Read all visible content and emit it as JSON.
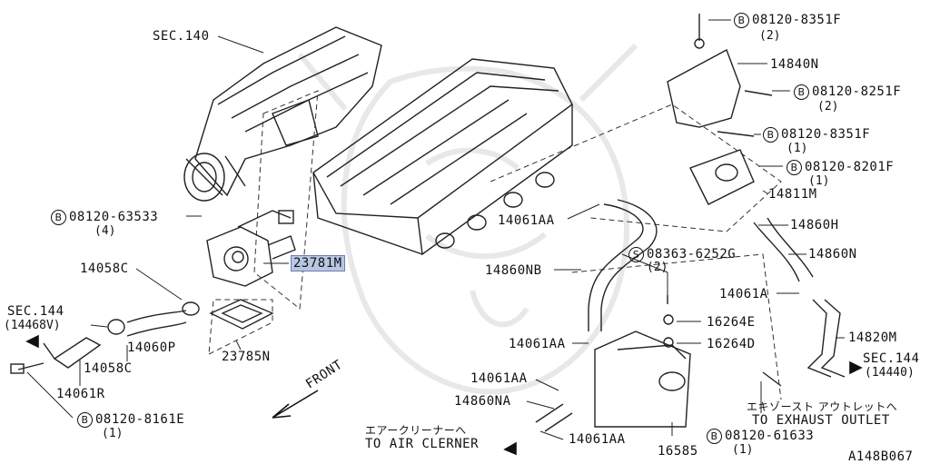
{
  "diagram_id": "A148B067",
  "highlight_color": "#b9c6e3",
  "labels": {
    "sec140": "SEC.140",
    "b_63533": "08120-63533",
    "b_63533_qty": "(4)",
    "p14058c_top": "14058C",
    "sec144_left": "SEC.144",
    "sec144_left_sub": "(14468V)",
    "p14060p": "14060P",
    "p14058c_bottom": "14058C",
    "p14061r": "14061R",
    "b_8161e": "08120-8161E",
    "b_8161e_qty": "(1)",
    "p23785n": "23785N",
    "p23781m": "23781M",
    "front": "FRONT",
    "to_air_jp": "エアークリーナーへ",
    "to_air": "TO AIR CLERNER",
    "p14061aa_top": "14061AA",
    "p14860nb": "14860NB",
    "p14061aa_mid": "14061AA",
    "p14061aa_low": "14061AA",
    "p14860na": "14860NA",
    "p14061aa_bottom": "14061AA",
    "p16585": "16585",
    "s_6252g": "08363-6252G",
    "s_6252g_qty": "(2)",
    "p16264e": "16264E",
    "p16264d": "16264D",
    "b_8351f_top": "08120-8351F",
    "b_8351f_top_qty": "(2)",
    "p14840n": "14840N",
    "b_8251f": "08120-8251F",
    "b_8251f_qty": "(2)",
    "b_8351f_mid": "08120-8351F",
    "b_8351f_mid_qty": "(1)",
    "b_8201f": "08120-8201F",
    "b_8201f_qty": "(1)",
    "p14811m": "14811M",
    "p14860h": "14860H",
    "p14860n": "14860N",
    "p14061a": "14061A",
    "p14820m": "14820M",
    "sec144_right": "SEC.144",
    "sec144_right_sub": "(14440)",
    "exhaust_jp": "エキゾースト アウトレットへ",
    "exhaust": "TO EXHAUST OUTLET",
    "b_61633": "08120-61633",
    "b_61633_qty": "(1)"
  },
  "markers": {
    "bolt": "B",
    "screw": "S"
  }
}
